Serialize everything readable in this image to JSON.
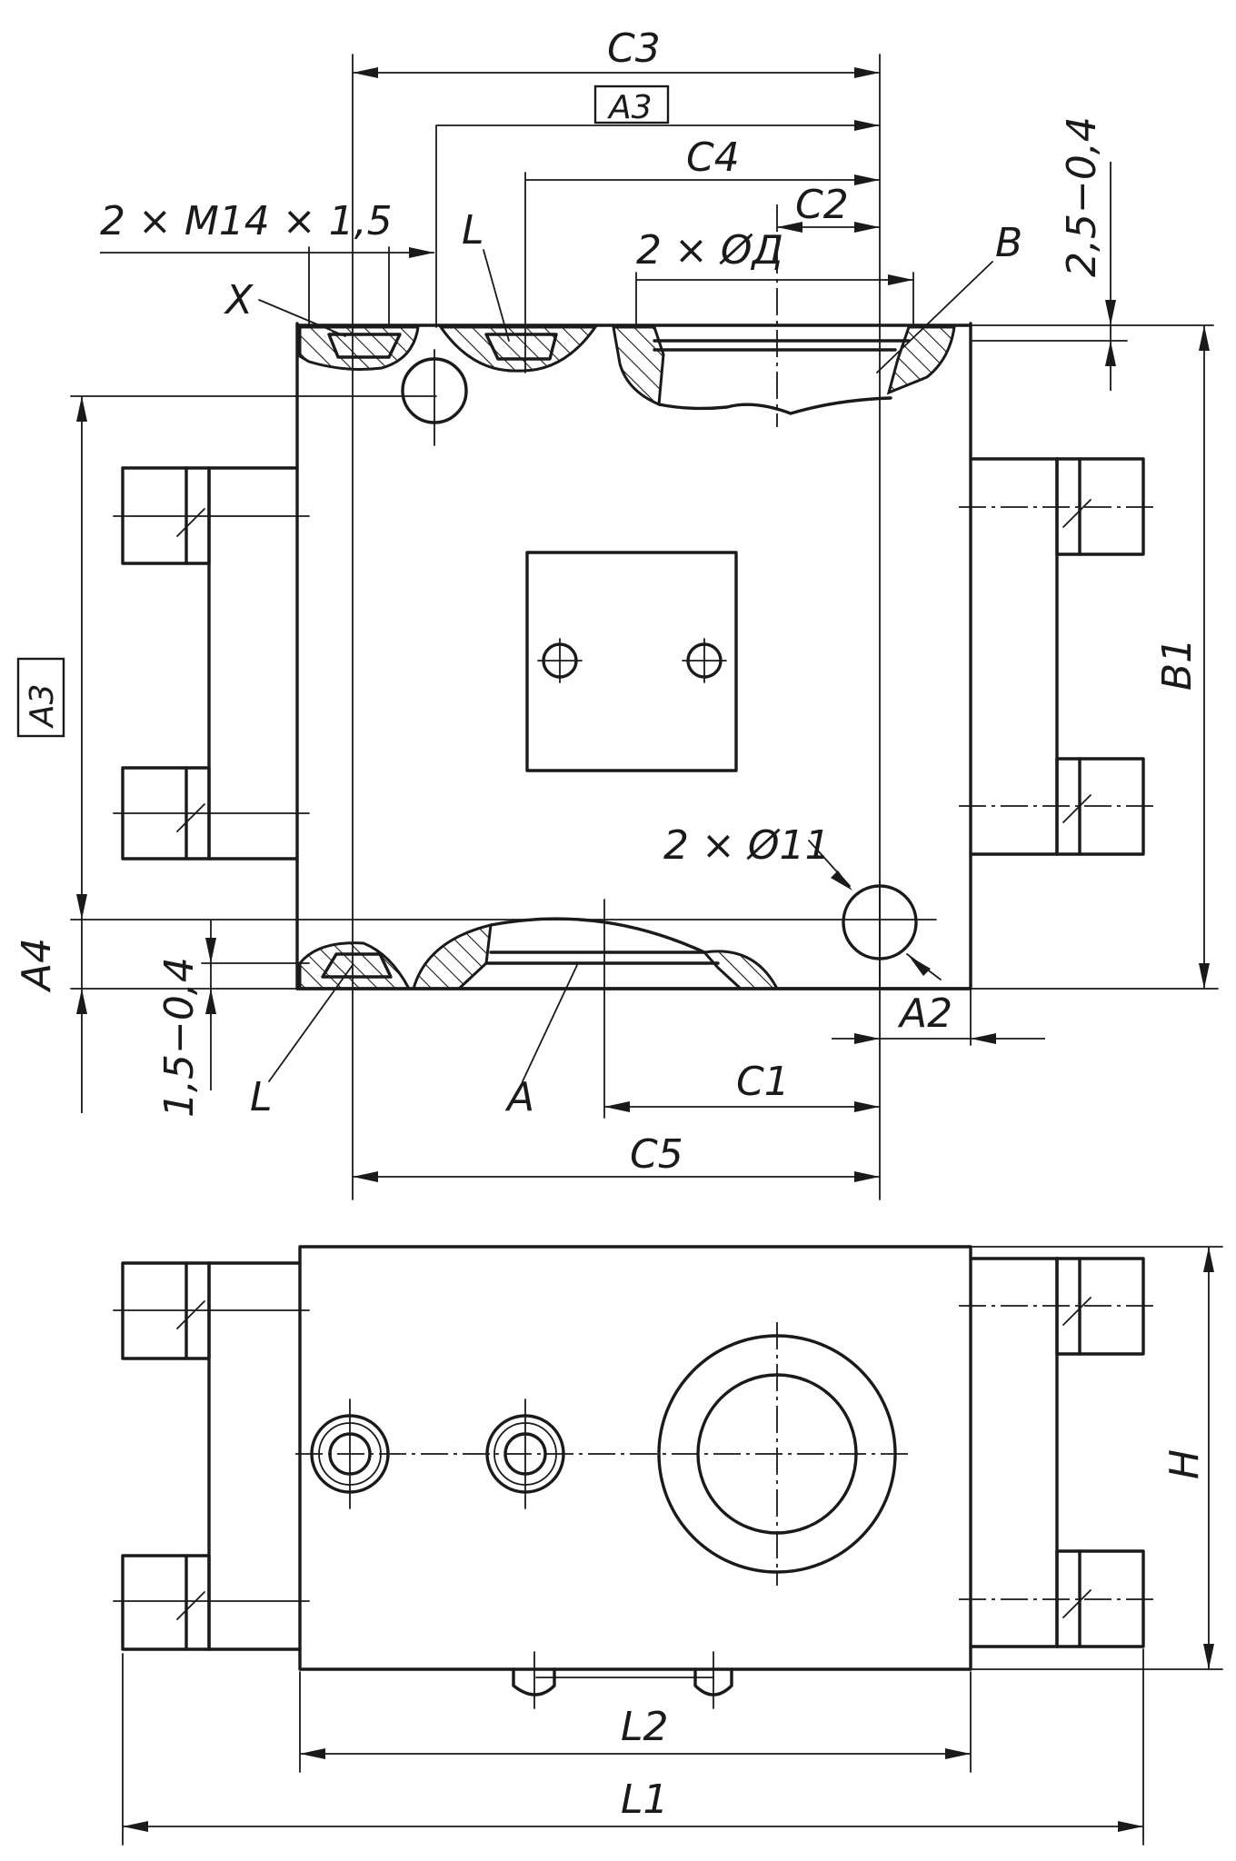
{
  "labels": {
    "c3": "C3",
    "a3_top": "A3",
    "c4": "C4",
    "c2": "C2",
    "thread": "2 × M14 × 1,5",
    "l_top": "L",
    "b_top": "B",
    "tol_top": "2,5−0,4",
    "x": "X",
    "dia_d": "2 × ØД",
    "a3_left": "A3",
    "b1": "B1",
    "dia11": "2 × Ø11",
    "a4": "A4",
    "tol_bottom": "1,5−0,4",
    "l_bottom": "L",
    "a_bottom": "A",
    "a2": "A2",
    "c1": "C1",
    "c5": "C5",
    "h": "H",
    "l2": "L2",
    "l1": "L1"
  }
}
